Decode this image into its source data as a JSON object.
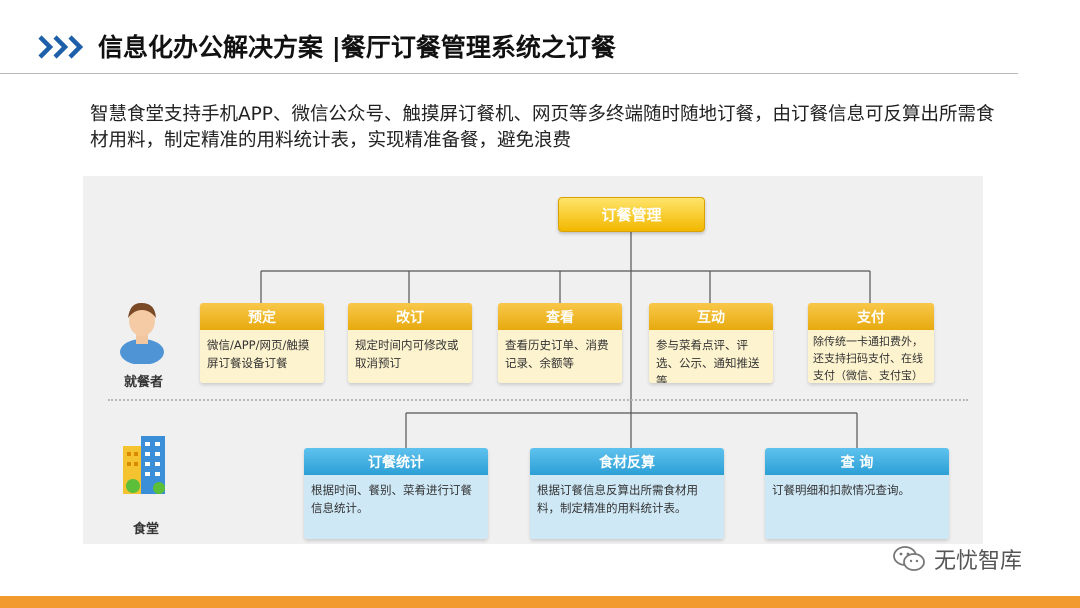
{
  "header": {
    "title": "信息化办公解决方案 |餐厅订餐管理系统之订餐"
  },
  "intro": "智慧食堂支持手机APP、微信公众号、触摸屏订餐机、网页等多终端随时随地订餐，由订餐信息可反算出所需食材用料，制定精准的用料统计表，实现精准备餐，避免浪费",
  "diagram": {
    "root": "订餐管理",
    "diner": {
      "label": "就餐者",
      "icon": "person-icon",
      "cards": [
        {
          "title": "预定",
          "text": "微信/APP/网页/触摸屏订餐设备订餐"
        },
        {
          "title": "改订",
          "text": "规定时间内可修改或取消预订"
        },
        {
          "title": "查看",
          "text": "查看历史订单、消费记录、余额等"
        },
        {
          "title": "互动",
          "text": "参与菜肴点评、评选、公示、通知推送等"
        },
        {
          "title": "支付",
          "text": "除传统一卡通扣费外，还支持扫码支付、在线支付（微信、支付宝）"
        }
      ]
    },
    "canteen": {
      "label": "食堂",
      "icon": "building-icon",
      "cards": [
        {
          "title": "订餐统计",
          "text": "根据时间、餐别、菜肴进行订餐信息统计。"
        },
        {
          "title": "食材反算",
          "text": "根据订餐信息反算出所需食材用料，制定精准的用料统计表。"
        },
        {
          "title": "查 询",
          "text": "订餐明细和扣款情况查询。"
        }
      ]
    }
  },
  "watermark": {
    "text": "无忧智库",
    "icon": "wechat-icon"
  },
  "colors": {
    "accent_orange": "#f39a2e",
    "chevron_blue": "#1d5fa8",
    "card_yellow": "#e7a90e",
    "card_blue": "#2c9fd6"
  }
}
